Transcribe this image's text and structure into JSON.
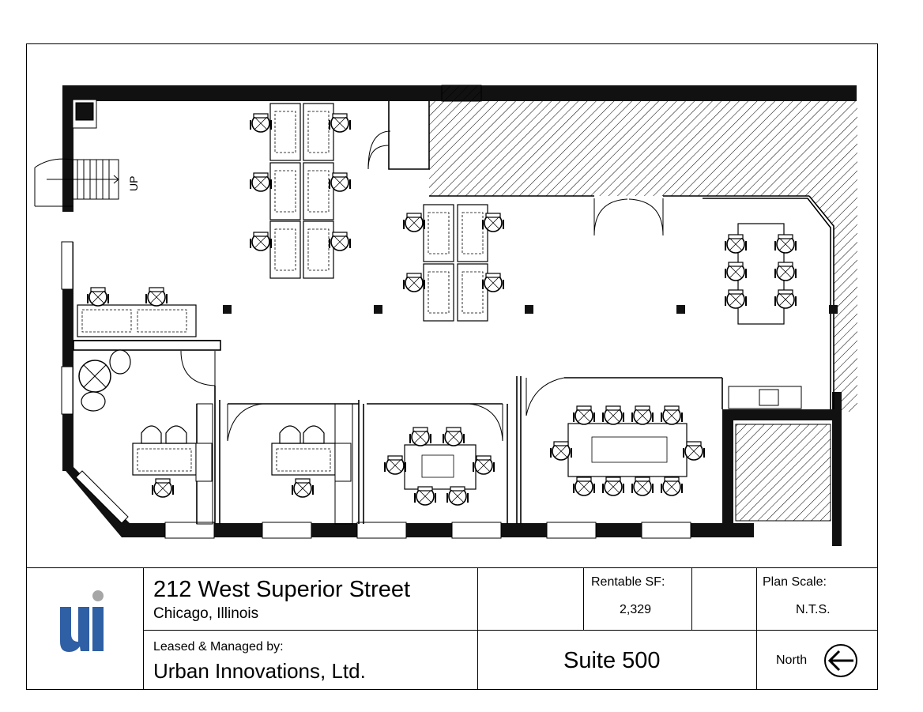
{
  "floorplan": {
    "stair_label": "UP"
  },
  "title_block": {
    "address_line1": "212 West Superior Street",
    "address_line2": "Chicago, Illinois",
    "managed_by_label": "Leased & Managed by:",
    "company_name": "Urban Innovations, Ltd.",
    "rentable_sf_label": "Rentable SF:",
    "rentable_sf_value": "2,329",
    "plan_scale_label": "Plan Scale:",
    "plan_scale_value": "N.T.S.",
    "suite_label": "Suite 500",
    "north_label": "North",
    "logo_color": "#2f5fa4",
    "logo_dot_color": "#a6a6a6"
  }
}
